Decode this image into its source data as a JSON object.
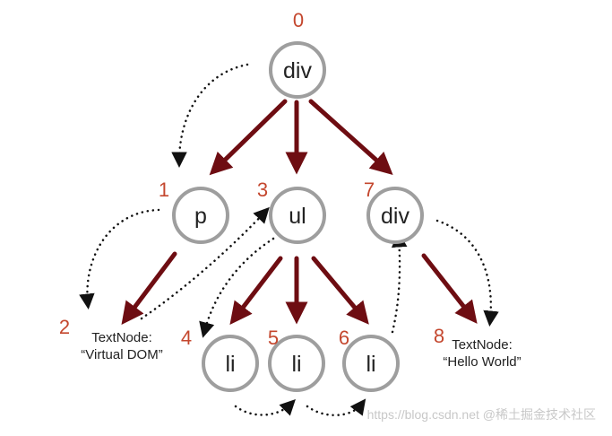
{
  "colors": {
    "node_stroke": "#9e9e9e",
    "node_fill": "#ffffff",
    "tree_edge": "#6e0d12",
    "traversal_arrow": "#111111",
    "index_text": "#c4472e",
    "label_text": "#222222",
    "watermark_text": "#c8c8c8"
  },
  "edge_style": "chalk-red-arrow",
  "traversal_style": "black-dotted-arrow",
  "nodes": [
    {
      "id": "n0",
      "index": "0",
      "label": "div"
    },
    {
      "id": "n1",
      "index": "1",
      "label": "p"
    },
    {
      "id": "n3",
      "index": "3",
      "label": "ul"
    },
    {
      "id": "n7",
      "index": "7",
      "label": "div"
    },
    {
      "id": "n4",
      "index": "4",
      "label": "li"
    },
    {
      "id": "n5",
      "index": "5",
      "label": "li"
    },
    {
      "id": "n6",
      "index": "6",
      "label": "li"
    }
  ],
  "text_nodes": [
    {
      "id": "t2",
      "index": "2",
      "line1": "TextNode:",
      "line2": "“Virtual DOM”"
    },
    {
      "id": "t8",
      "index": "8",
      "line1": "TextNode:",
      "line2": "“Hello World”"
    }
  ],
  "watermark": "https://blog.csdn.net @稀土掘金技术社区"
}
